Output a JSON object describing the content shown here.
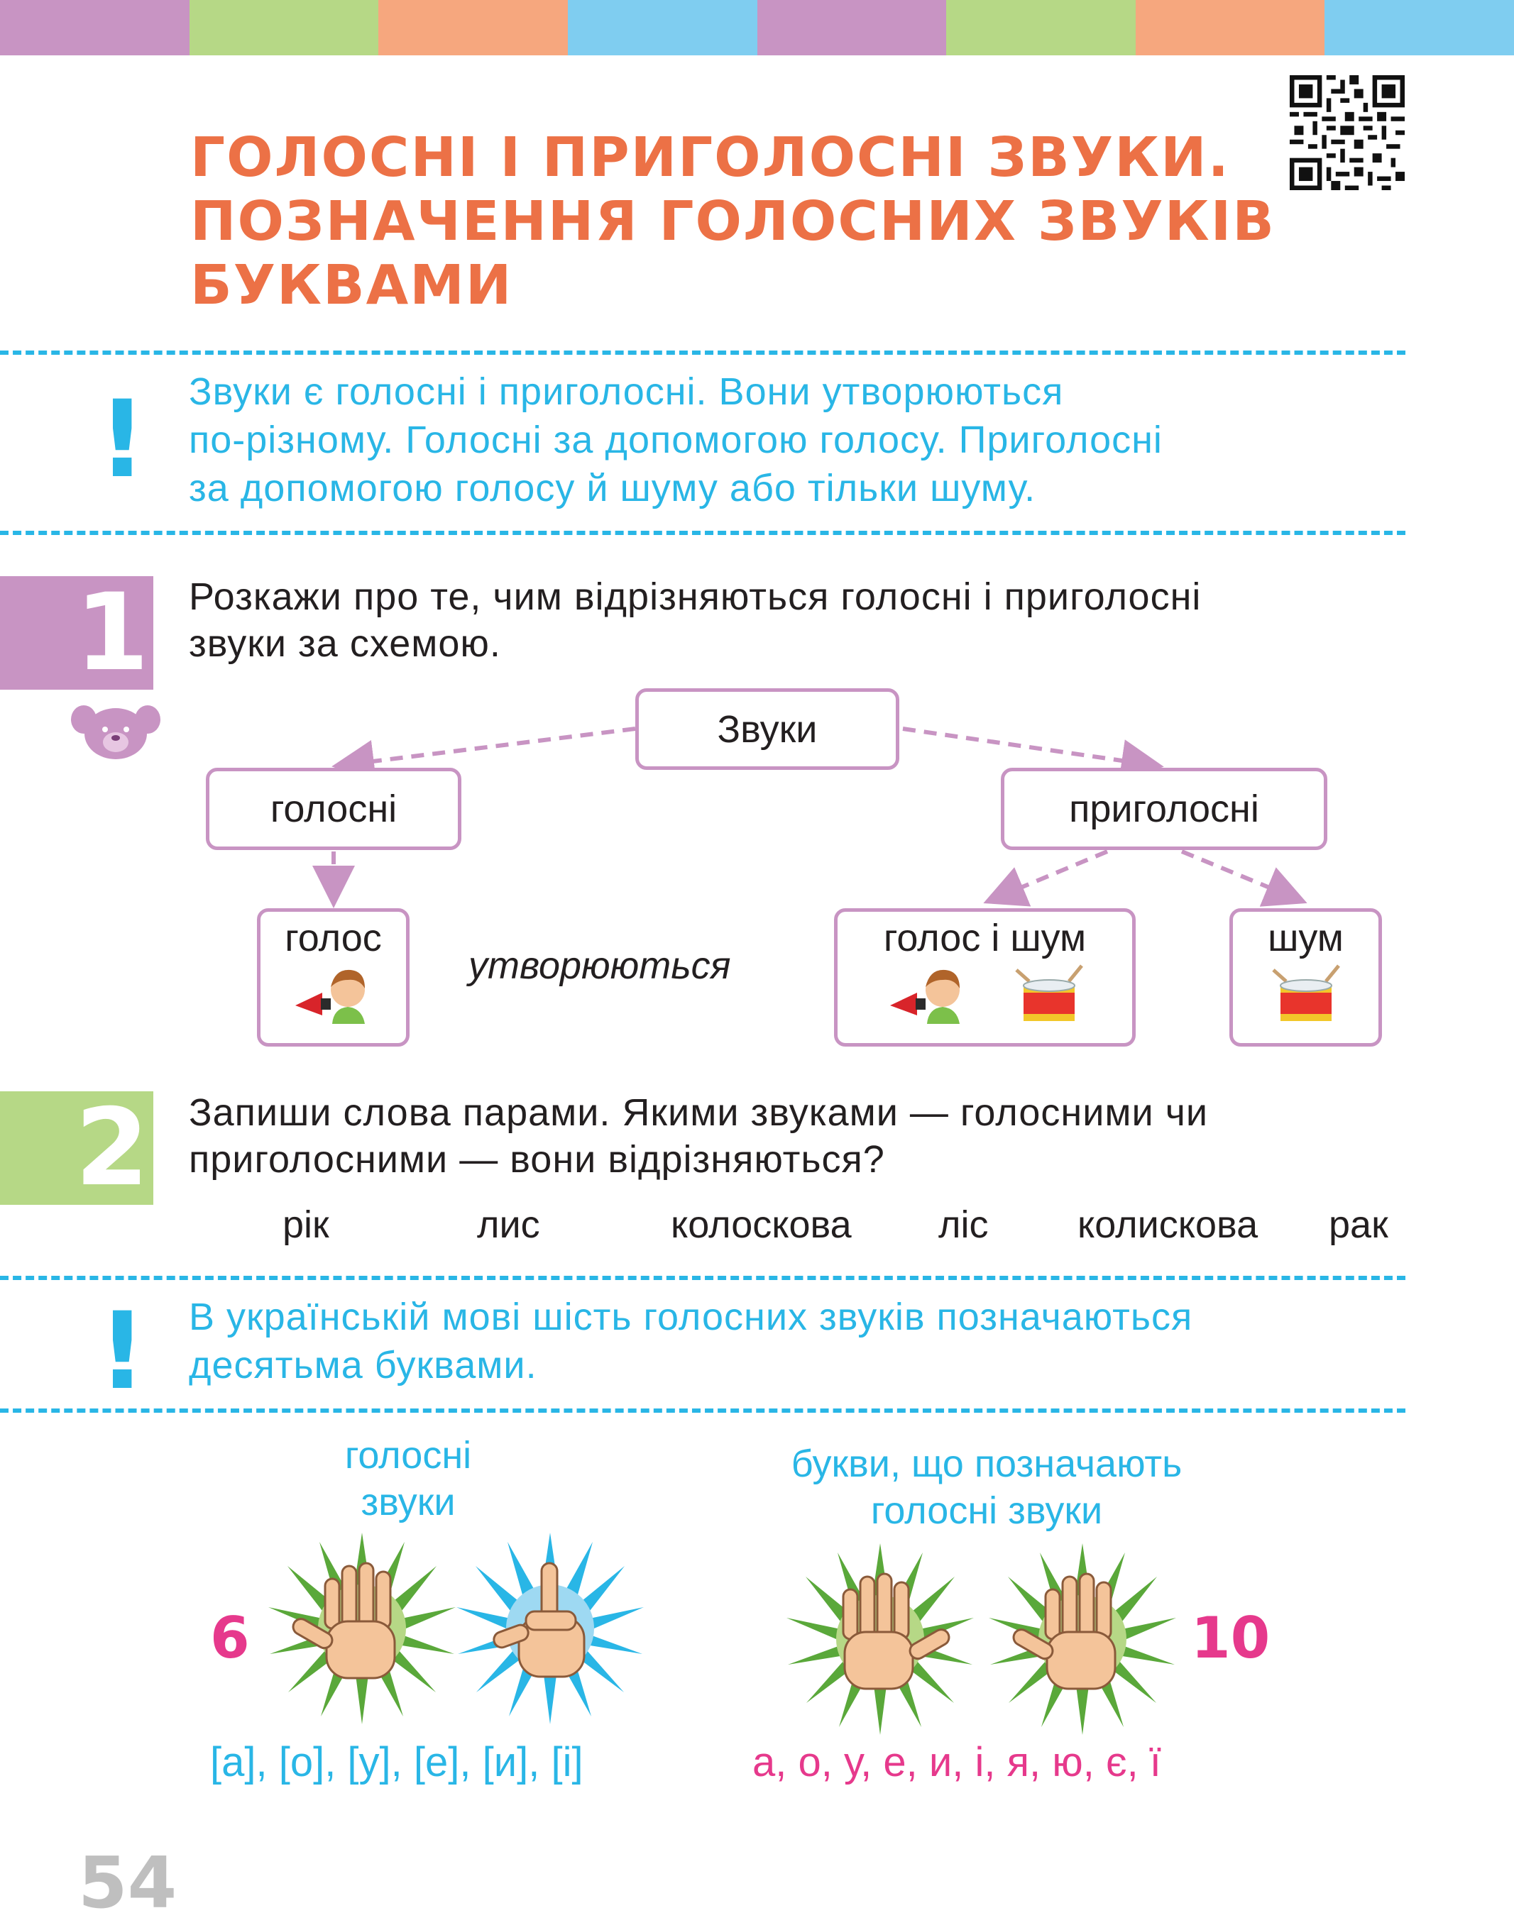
{
  "colors": {
    "stripe": [
      "#c894c3",
      "#b6d886",
      "#f6a77e",
      "#7fcdf0",
      "#c894c3",
      "#b6d886",
      "#f6a77e",
      "#7fcdf0"
    ],
    "title": "#ec7146",
    "rule_blue": "#29b6e6",
    "task1_bg": "#c894c3",
    "task2_bg": "#b6d886",
    "accent_pink": "#e6398c"
  },
  "title": {
    "line1": "ГОЛОСНІ І ПРИГОЛОСНІ ЗВУКИ.",
    "line2": "ПОЗНАЧЕННЯ ГОЛОСНИХ ЗВУКІВ",
    "line3": "БУКВАМИ"
  },
  "rule1": {
    "mark": "!",
    "line1": "Звуки є голосні і приголосні. Вони утворюються",
    "line2": "по-різному. Голосні за допомогою голосу. Приголосні",
    "line3": "за допомогою голосу й шуму або тільки шуму."
  },
  "task1": {
    "number": "1",
    "line1": "Розкажи про те, чим відрізняються голосні і приголосні",
    "line2": "звуки за схемою.",
    "diagram": {
      "root": "Звуки",
      "vowels": "голосні",
      "consonants": "приголосні",
      "voice": "голос",
      "voice_and_noise": "голос і шум",
      "noise": "шум",
      "formed": "утворюються"
    }
  },
  "task2": {
    "number": "2",
    "line1": "Запиши слова парами. Якими звуками — голосними чи",
    "line2": "приголосними — вони відрізняються?",
    "words": [
      "рік",
      "лис",
      "колоскова",
      "ліс",
      "колискова",
      "рак"
    ]
  },
  "rule2": {
    "mark": "!",
    "line1": "В українській мові шість голосних звуків позначаються",
    "line2": "десятьма буквами."
  },
  "vowel_sounds": {
    "caption_line1": "голосні",
    "caption_line2": "звуки",
    "count": "6",
    "items": "[а], [о], [у], [е], [и], [і]"
  },
  "vowel_letters": {
    "caption_line1": "букви, що позначають",
    "caption_line2": "голосні звуки",
    "count": "10",
    "items": "а, о, у, е, и, і, я, ю, є, ї"
  },
  "page_number": "54"
}
